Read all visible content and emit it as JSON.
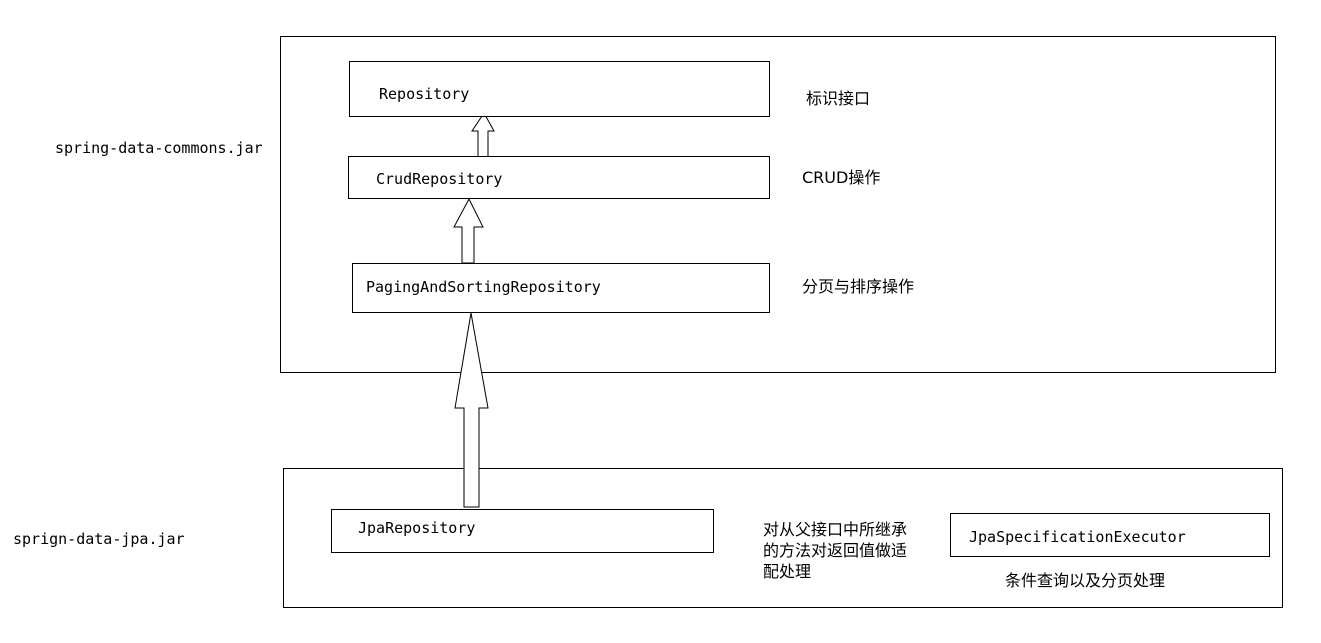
{
  "jars": {
    "commons": "spring-data-commons.jar",
    "jpa": "sprign-data-jpa.jar"
  },
  "interfaces": {
    "repository": "Repository",
    "crud": "CrudRepository",
    "paging": "PagingAndSortingRepository",
    "jpa": "JpaRepository",
    "spec": "JpaSpecificationExecutor"
  },
  "notes": {
    "repository": "标识接口",
    "crud": "CRUD操作",
    "paging": "分页与排序操作",
    "jpa": "对从父接口中所继承\n的方法对返回值做适\n配处理",
    "spec": "条件查询以及分页处理"
  }
}
